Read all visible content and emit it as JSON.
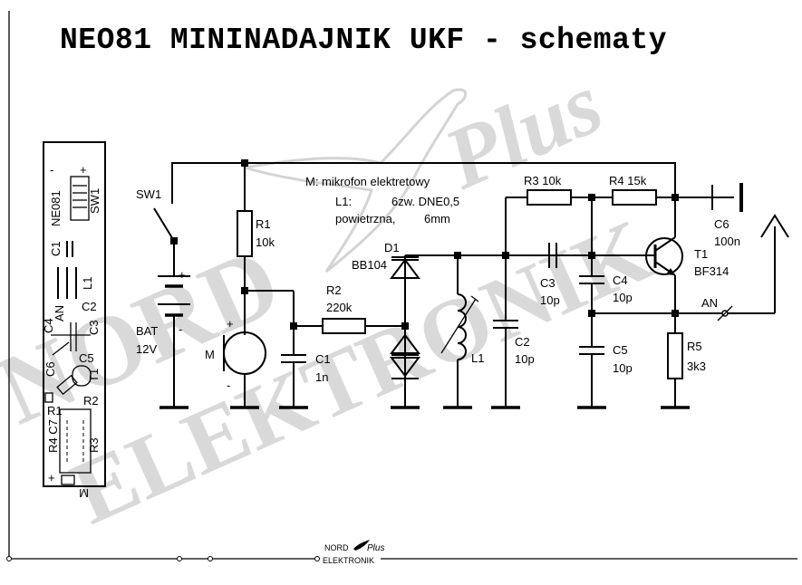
{
  "title": "NEO81 MININADAJNIK UKF - schematy",
  "watermark": {
    "line1": "NORD",
    "line2": "ELEKTRONIK",
    "plus": "Plus"
  },
  "notes": {
    "mic_note": "M: mikrofon elektretowy",
    "l1_prefix": "L1:",
    "l1_turns": "6zw. DNE0,5",
    "l1_core": "powietrzna,",
    "l1_diameter": "6mm"
  },
  "components": {
    "sw1": "SW1",
    "bat": "BAT",
    "bat_value": "12V",
    "r1": "R1",
    "r1_value": "10k",
    "r2": "R2",
    "r2_value": "220k",
    "r3": "R3 10k",
    "r4": "R4 15k",
    "r5": "R5",
    "r5_value": "3k3",
    "c1": "C1",
    "c1_value": "1n",
    "c2": "C2",
    "c2_value": "10p",
    "c3": "C3",
    "c3_value": "10p",
    "c4": "C4",
    "c4_value": "10p",
    "c5": "C5",
    "c5_value": "10p",
    "c6": "C6",
    "c6_value": "100n",
    "d1": "D1",
    "d1_value": "BB104",
    "l1": "L1",
    "t1": "T1",
    "t1_value": "BF314",
    "m": "M",
    "an": "AN",
    "plus": "+",
    "minus": "-"
  },
  "pcb": {
    "minus": "-",
    "plus": "+",
    "neo": "NE081",
    "sw1": "SW1",
    "c1": "C1",
    "l1": "L1",
    "an": "AN",
    "c4": "C4",
    "c2": "C2",
    "c3": "C3",
    "c5": "C5",
    "c6": "C6",
    "t1": "T1",
    "r2": "R2",
    "r1": "R1",
    "r4c7": "R4 C7",
    "r3": "R3",
    "m": "M"
  },
  "logo": {
    "nord": "NORD",
    "plus": "Plus",
    "elektronik": "ELEKTRONIK"
  }
}
